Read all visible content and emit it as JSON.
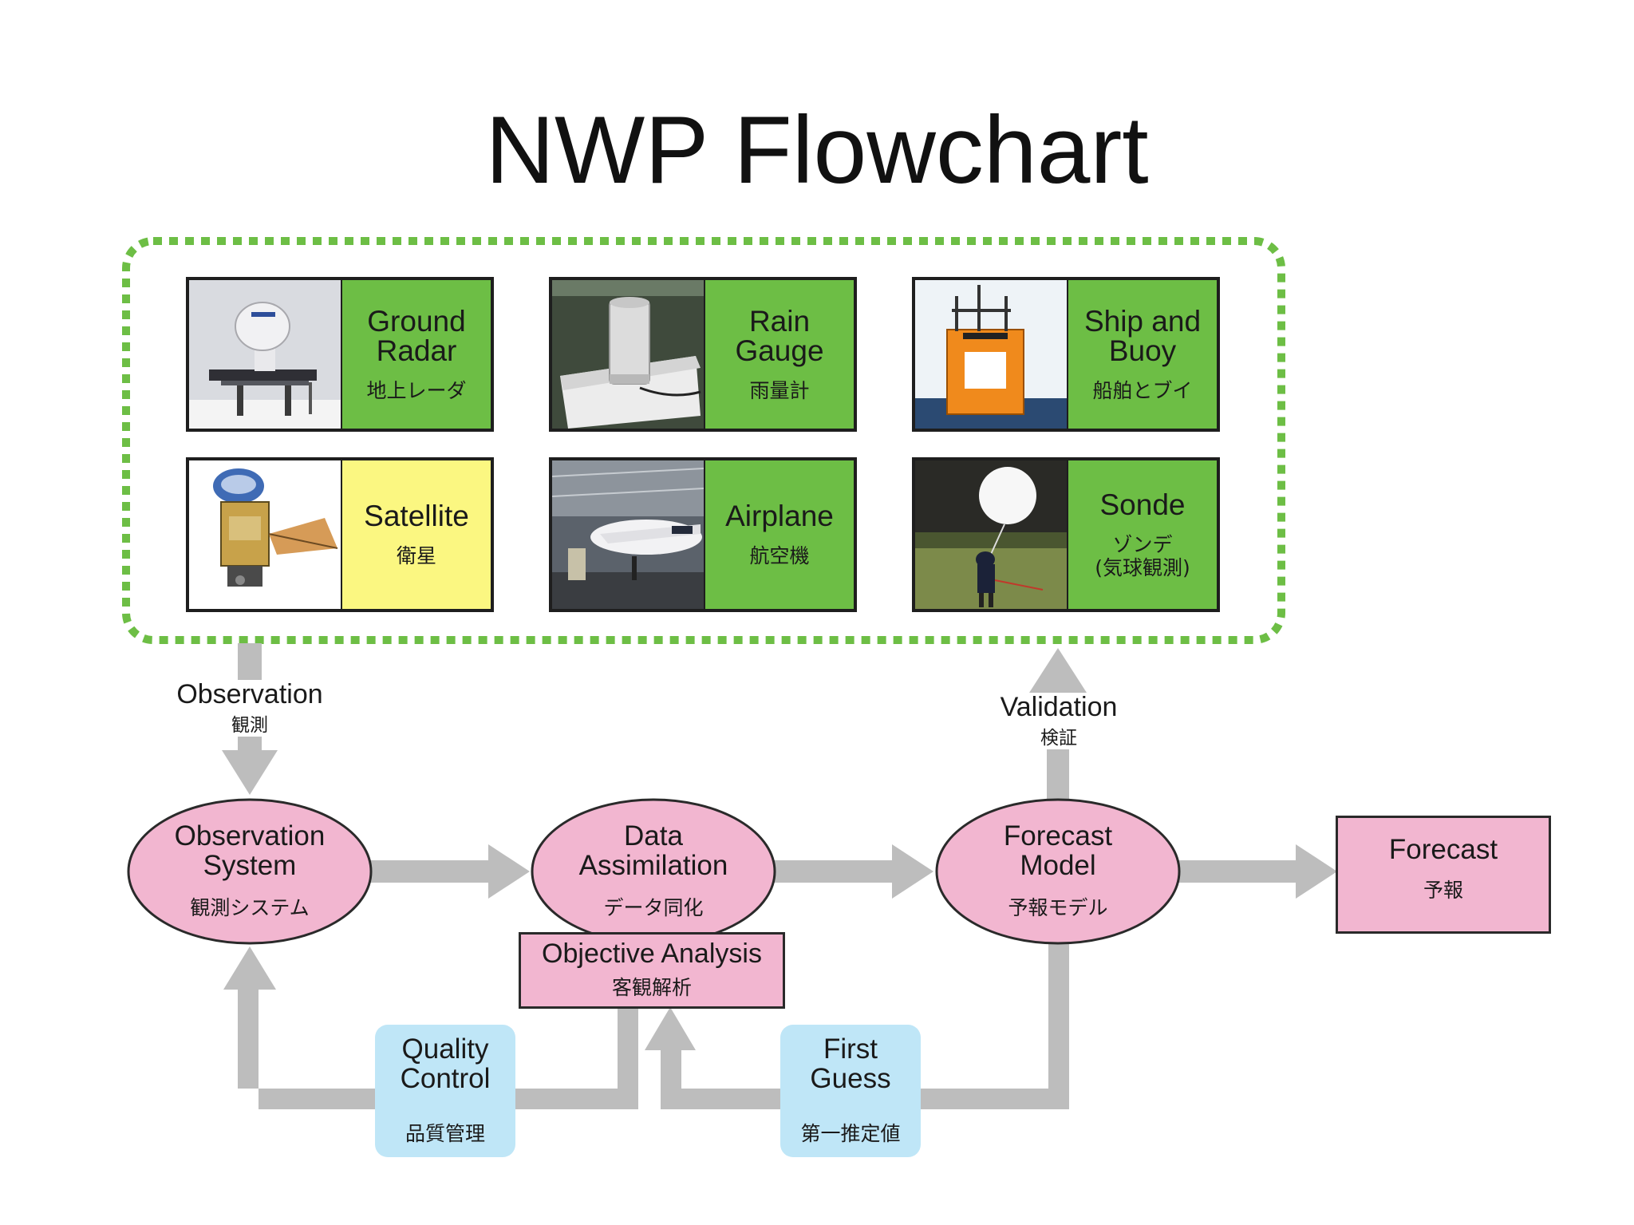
{
  "title": "NWP Flowchart",
  "colors": {
    "green": "#6dbe45",
    "yellow": "#fbf781",
    "pink": "#f2b6d0",
    "light_blue": "#bfe6f7",
    "arrow_gray": "#bdbdbd",
    "dashed_border": "#6dbe45"
  },
  "sources": [
    {
      "en": "Ground\nRadar",
      "ja": "地上レーダ",
      "photo": "radar-photo"
    },
    {
      "en": "Rain\nGauge",
      "ja": "雨量計",
      "photo": "rain-gauge-photo"
    },
    {
      "en": "Ship and\nBuoy",
      "ja": "船舶とブイ",
      "photo": "buoy-photo"
    },
    {
      "en": "Satellite",
      "ja": "衛星",
      "photo": "satellite-photo"
    },
    {
      "en": "Airplane",
      "ja": "航空機",
      "photo": "airplane-photo"
    },
    {
      "en": "Sonde",
      "ja": "ゾンデ\n(気球観測)",
      "photo": "sonde-photo"
    }
  ],
  "arrows": {
    "observation": {
      "en": "Observation",
      "ja": "観測"
    },
    "validation": {
      "en": "Validation",
      "ja": "検証"
    }
  },
  "nodes": {
    "observation_system": {
      "en": "Observation\nSystem",
      "ja": "観測システム"
    },
    "data_assimilation": {
      "en": "Data\nAssimilation",
      "ja": "データ同化"
    },
    "objective_analysis": {
      "en": "Objective Analysis",
      "ja": "客観解析"
    },
    "forecast_model": {
      "en": "Forecast\nModel",
      "ja": "予報モデル"
    },
    "forecast": {
      "en": "Forecast",
      "ja": "予報"
    },
    "quality_control": {
      "en": "Quality\nControl",
      "ja": "品質管理"
    },
    "first_guess": {
      "en": "First\nGuess",
      "ja": "第一推定値"
    }
  }
}
